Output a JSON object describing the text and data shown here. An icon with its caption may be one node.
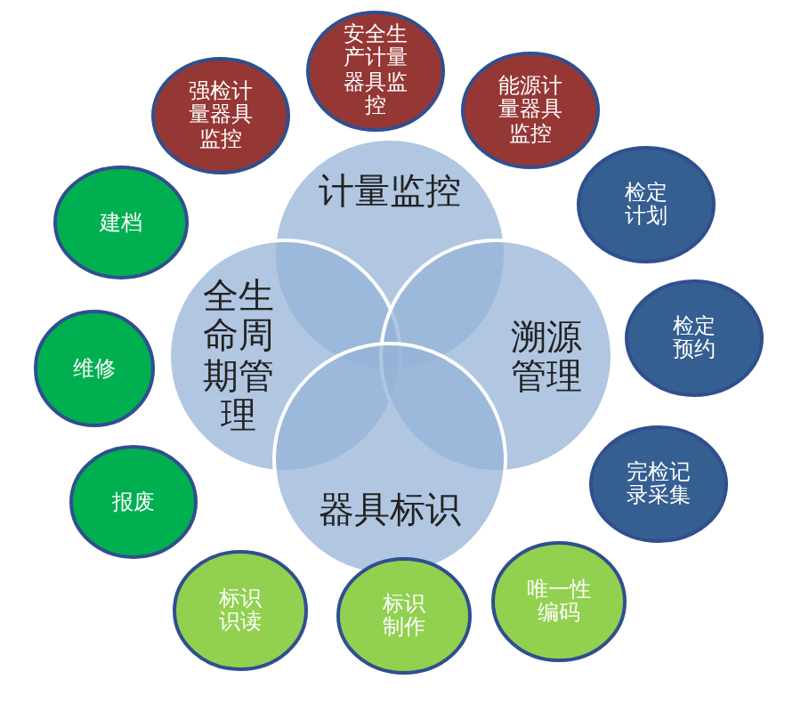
{
  "diagram": {
    "nodes": [
      {
        "text": [
          "计量监控"
        ]
      },
      {
        "text": [
          "全生命周期管理"
        ]
      },
      {
        "text": [
          "溯源管理"
        ]
      },
      {
        "text": [
          "器具标识"
        ]
      },
      {
        "text": [
          "强检计量器具监控"
        ]
      },
      {
        "text": [
          "安全生产计量器具监控"
        ]
      },
      {
        "text": [
          "能源计量器具监控"
        ]
      },
      {
        "text": [
          "检定计划"
        ]
      },
      {
        "text": [
          "检定预约"
        ]
      },
      {
        "text": [
          "完检记录采集"
        ]
      },
      {
        "text": [
          "唯一性编码"
        ]
      },
      {
        "text": [
          "标识制作"
        ]
      },
      {
        "text": [
          "标识识读"
        ]
      },
      {
        "text": [
          "报废"
        ]
      },
      {
        "text": [
          "维修"
        ]
      },
      {
        "text": [
          "建档"
        ]
      }
    ]
  }
}
